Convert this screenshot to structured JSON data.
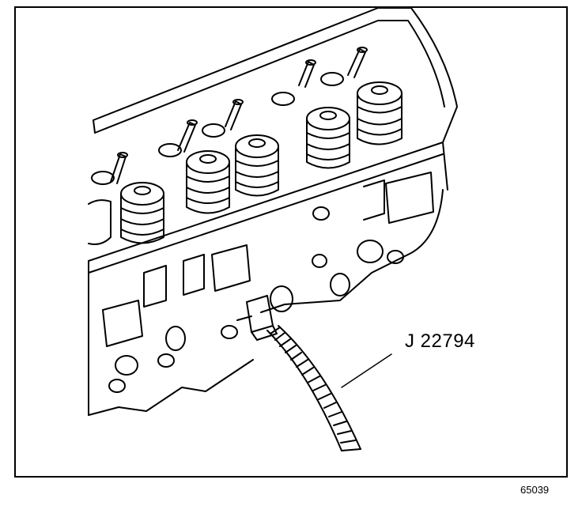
{
  "diagram": {
    "subject": "cylinder-head",
    "tool_callout": "J 22794",
    "figure_number": "65039",
    "colors": {
      "ink": "#000000",
      "paper": "#ffffff"
    }
  }
}
